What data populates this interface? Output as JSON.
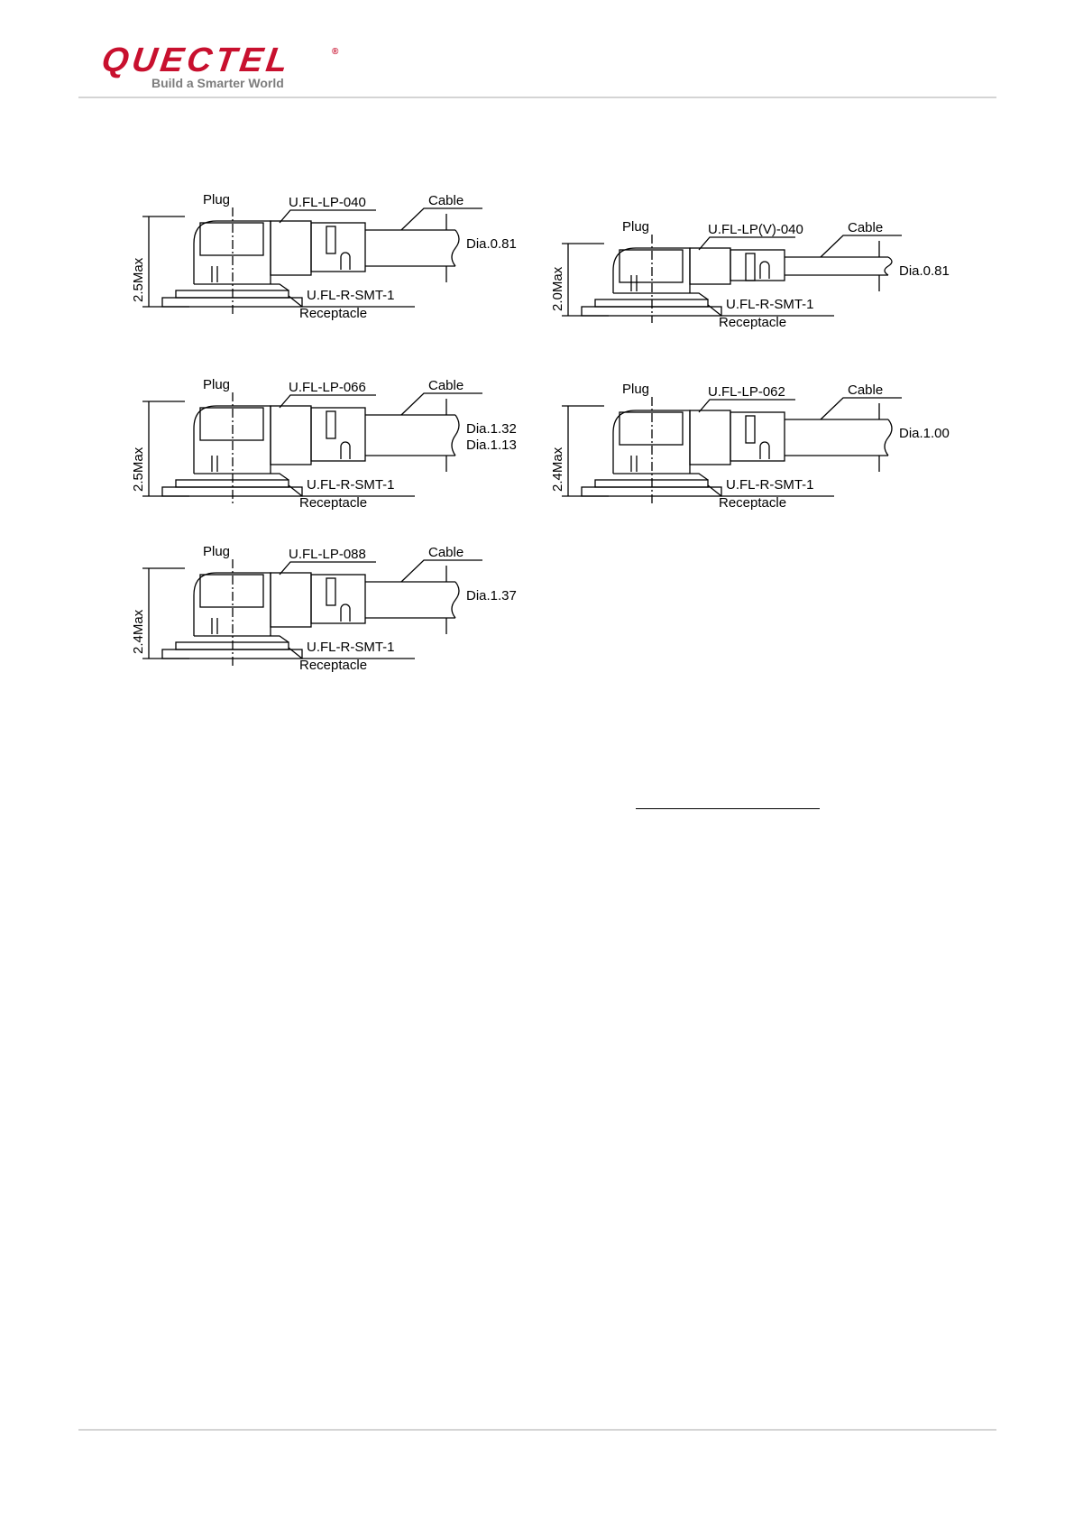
{
  "header": {
    "logo_text": "QUECTEL",
    "logo_reg": "®",
    "logo_tagline": "Build a Smarter World"
  },
  "diagrams": [
    {
      "plug": "Plug",
      "connector": "U.FL-LP-040",
      "cable": "Cable",
      "height": "2.5Max",
      "dia": [
        "Dia.0.81"
      ],
      "receptacle_part": "U.FL-R-SMT-1",
      "receptacle": "Receptacle"
    },
    {
      "plug": "Plug",
      "connector": "U.FL-LP(V)-040",
      "cable": "Cable",
      "height": "2.0Max",
      "dia": [
        "Dia.0.81"
      ],
      "receptacle_part": "U.FL-R-SMT-1",
      "receptacle": "Receptacle"
    },
    {
      "plug": "Plug",
      "connector": "U.FL-LP-066",
      "cable": "Cable",
      "height": "2.5Max",
      "dia": [
        "Dia.1.32",
        "Dia.1.13"
      ],
      "receptacle_part": "U.FL-R-SMT-1",
      "receptacle": "Receptacle"
    },
    {
      "plug": "Plug",
      "connector": "U.FL-LP-062",
      "cable": "Cable",
      "height": "2.4Max",
      "dia": [
        "Dia.1.00"
      ],
      "receptacle_part": "U.FL-R-SMT-1",
      "receptacle": "Receptacle"
    },
    {
      "plug": "Plug",
      "connector": "U.FL-LP-088",
      "cable": "Cable",
      "height": "2.4Max",
      "dia": [
        "Dia.1.37"
      ],
      "receptacle_part": "U.FL-R-SMT-1",
      "receptacle": "Receptacle"
    }
  ]
}
